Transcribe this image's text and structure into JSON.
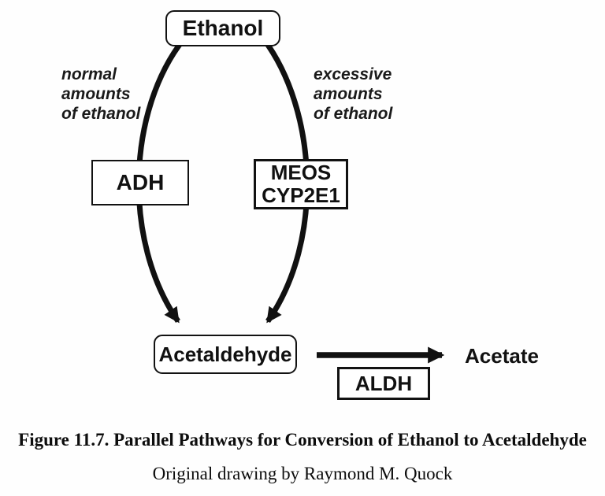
{
  "diagram": {
    "nodes": {
      "ethanol": "Ethanol",
      "adh": "ADH",
      "meos": "MEOS\nCYP2E1",
      "acetaldehyde": "Acetaldehyde",
      "aldh": "ALDH",
      "acetate": "Acetate"
    },
    "edge_labels": {
      "left": "normal\namounts\nof ethanol",
      "right": "excessive\namounts\nof ethanol"
    },
    "edges": [
      {
        "from": "Ethanol",
        "to": "Acetaldehyde",
        "via": "ADH",
        "condition": "normal amounts of ethanol"
      },
      {
        "from": "Ethanol",
        "to": "Acetaldehyde",
        "via": "MEOS CYP2E1",
        "condition": "excessive amounts of ethanol"
      },
      {
        "from": "Acetaldehyde",
        "to": "Acetate",
        "via": "ALDH"
      }
    ],
    "colors": {
      "ink": "#111111",
      "background": "#ffffff"
    }
  },
  "caption": {
    "title": "Figure 11.7. Parallel Pathways for Conversion of Ethanol to Acetaldehyde",
    "credit": "Original drawing by Raymond M. Quock"
  }
}
